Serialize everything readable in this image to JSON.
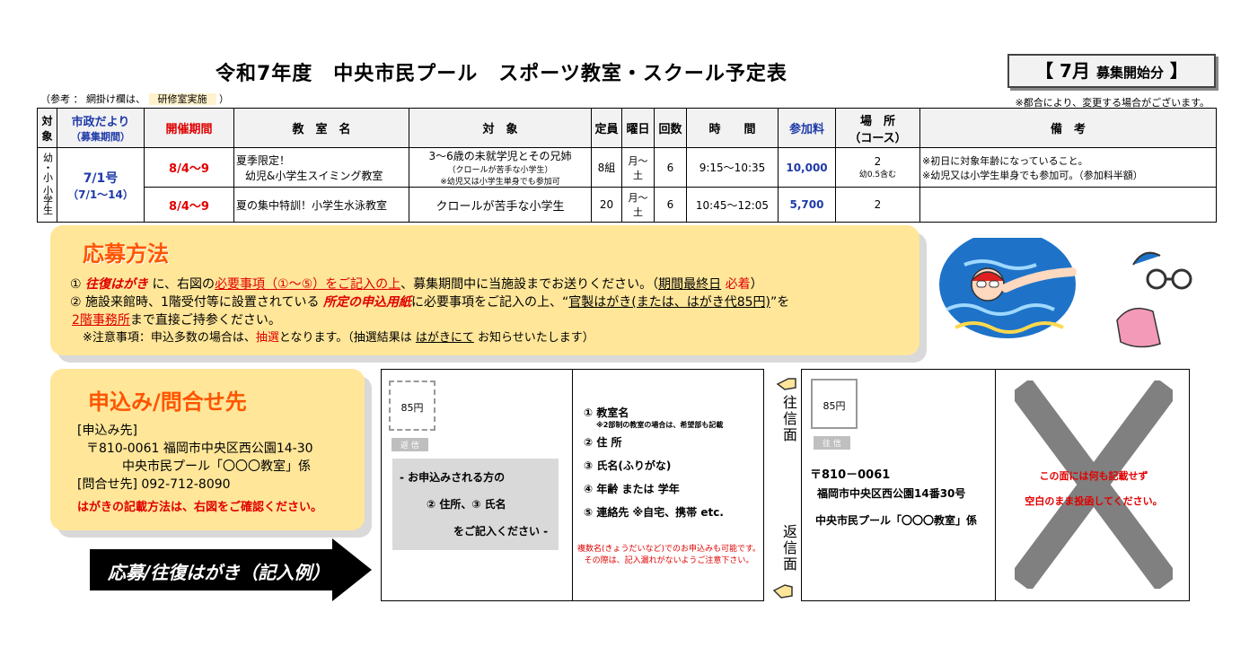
{
  "header": {
    "title": "令和7年度　中央市民プール　スポーツ教室・スクール予定表",
    "badge_open": "【",
    "badge_month": "7月",
    "badge_rest": "募集開始分",
    "badge_close": "】",
    "ref_prefix": "（参考 ： 網掛け欄は、",
    "ref_highlight": "研修室実施",
    "ref_suffix": "）",
    "change_note": "※都合により、変更する場合がございます。"
  },
  "table": {
    "headers": {
      "target_short": "対象",
      "city_news": "市政だより",
      "city_news_sub": "（募集期間）",
      "period": "開催期間",
      "class_name": "教　室　名",
      "target": "対　象",
      "capacity": "定員",
      "weekday": "曜日",
      "count": "回数",
      "time": "時　　間",
      "fee": "参加料",
      "place": "場　所",
      "place_sub": "（コース）",
      "remarks": "備　考"
    },
    "target_col": "幼・小\n小学生",
    "issue": "7/1号",
    "issue_period": "（7/1～14）",
    "rows": [
      {
        "period": "8/4～9",
        "name_line1": "夏季限定！",
        "name_line2": "幼児&小学生スイミング教室",
        "target_line1": "3～6歳の未就学児とその兄姉",
        "target_line2": "（クロールが苦手な小学生）",
        "target_line3": "※幼児又は小学生単身でも参加可",
        "capacity": "8組",
        "weekday": "月～土",
        "count": "6",
        "time": "9:15～10:35",
        "fee": "10,000",
        "place": "2",
        "place_sub": "幼0.5含む",
        "remarks_line1": "※初日に対象年齢になっていること。",
        "remarks_line2": "※幼児又は小学生単身でも参加可。（参加料半額）"
      },
      {
        "period": "8/4～9",
        "name_line1": "夏の集中特訓！小学生水泳教室",
        "target_line1": "クロールが苦手な小学生",
        "capacity": "20",
        "weekday": "月～土",
        "count": "6",
        "time": "10:45～12:05",
        "fee": "5,700",
        "place": "2"
      }
    ]
  },
  "apply": {
    "title": "応募方法",
    "l1_num": "①",
    "l1_a": "往復はがき",
    "l1_b": "に、右図の",
    "l1_c": "必要事項（①～⑤）をご記入の上",
    "l1_d": "、募集期間中に当施設までお送りください。（",
    "l1_e": "期間最終日",
    "l1_f": "必着",
    "l1_g": "）",
    "l2_num": "②",
    "l2_a": "施設来館時、1階受付等に設置されている",
    "l2_b": "所定の申込用紙",
    "l2_c": "に必要事項をご記入の上、“",
    "l2_d": "官製はがき(または、はがき代85円)",
    "l2_e": "”を",
    "l3_a": "2階事務所",
    "l3_b": "まで直接ご持参ください。",
    "l4_a": "※注意事項：申込多数の場合は、",
    "l4_b": "抽選",
    "l4_c": "となります。（抽選結果は",
    "l4_d": "はがきにて",
    "l4_e": "お知らせいたします）"
  },
  "contact": {
    "title": "申込み/問合せ先",
    "l1": "[申込み先]",
    "l2": "〒810-0061  福岡市中央区西公園14-30",
    "l3": "中央市民プール「〇〇〇教室」係",
    "l4": "[問合せ先]  092-712-8090",
    "l5": "はがきの記載方法は、右図をご確認ください。"
  },
  "arrow": {
    "label": "応募/往復はがき（記入例）"
  },
  "postcard": {
    "stamp": "85円",
    "tag_return": "返 信",
    "tag_outgoing": "往 信",
    "gray_l1": "- お申込みされる方の",
    "gray_l2": "②  住所、③  氏名",
    "gray_l3": "をご記入ください -",
    "item1": "①  教室名",
    "item1_note": "※2部制の教室の場合は、希望部も記載",
    "item2": "②  住  所",
    "item3": "③  氏名(ふりがな)",
    "item4": "④  年齢 または 学年",
    "item5": "⑤  連絡先  ※自宅、携帯 etc.",
    "note1": "複数名(きょうだいなど)でのお申込みも可能です。",
    "note2": "その際は、記入漏れがないようご注意下さい。",
    "label_outgoing": "往信面",
    "label_return": "返信面",
    "addr_l1": "〒810－0061",
    "addr_l2": "福岡市中央区西公園14番30号",
    "addr_l3": "中央市民プール「〇〇〇教室」係",
    "blank_l1": "この面には何も記載せず",
    "blank_l2": "空白のまま投函してください。"
  },
  "colors": {
    "accent_orange": "#ff5500",
    "box_yellow": "#ffe699",
    "blue": "#1f3aa8",
    "red": "#e00000"
  }
}
